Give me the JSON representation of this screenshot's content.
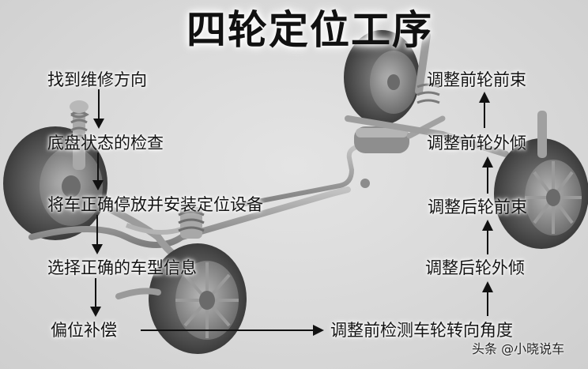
{
  "title": "四轮定位工序",
  "left_steps": [
    {
      "label": "找到维修方向"
    },
    {
      "label": "底盘状态的检查"
    },
    {
      "label": "将车正确停放并安装定位设备"
    },
    {
      "label": "选择正确的车型信息"
    },
    {
      "label": "偏位补偿"
    }
  ],
  "bottom_step": {
    "label": "调整前检测车轮转向角度"
  },
  "right_steps": [
    {
      "label": "调整后轮外倾"
    },
    {
      "label": "调整后轮前束"
    },
    {
      "label": "调整前轮外倾"
    },
    {
      "label": "调整前轮前束"
    }
  ],
  "watermark": "头条 @小晓说车",
  "colors": {
    "background": "#d9d9d9",
    "text": "#141414",
    "arrow": "#111111",
    "tire": "#4a4a4a",
    "metal": "#9a9a9a"
  }
}
